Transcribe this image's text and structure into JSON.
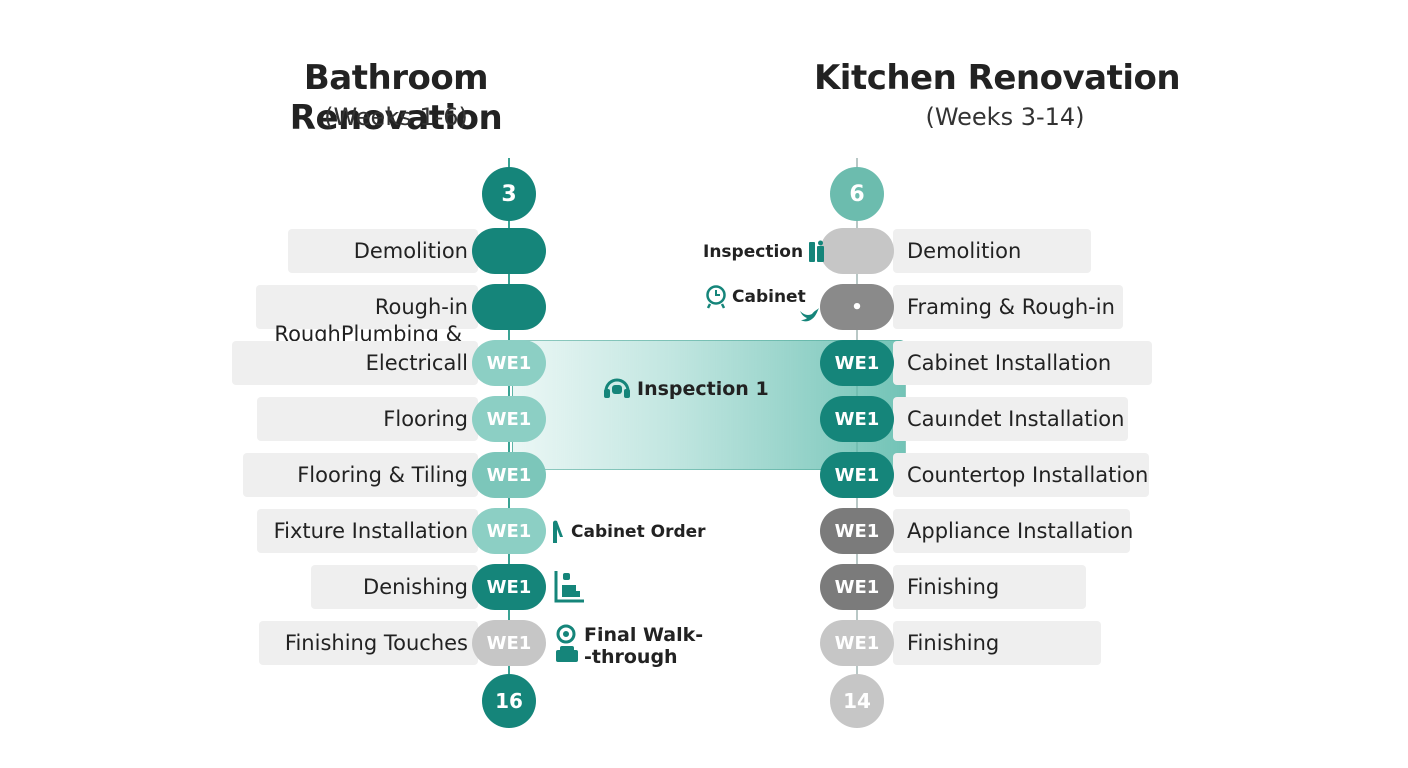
{
  "bathroom": {
    "title": "Bathroom Renovation",
    "subtitle": "(Weeks 1-6)",
    "start": "3",
    "end": "16",
    "tasks": [
      {
        "label": "Demolition",
        "pill": ""
      },
      {
        "label": "Rough-in RoughPlumbing & Electricall",
        "line1": "Rough-in",
        "line2": "RoughPlumbing &",
        "line3": "Electricall",
        "pill": ""
      },
      {
        "label": "",
        "pill": "WE1"
      },
      {
        "label": "Flooring",
        "pill": "WE1"
      },
      {
        "label": "Flooring & Tiling",
        "pill": "WE1"
      },
      {
        "label": "Fixture Installation",
        "pill": "WE1"
      },
      {
        "label": "Denishing",
        "pill": "WE1"
      },
      {
        "label": "Finishing Touches",
        "pill": "WE1"
      }
    ]
  },
  "kitchen": {
    "title": "Kitchen Renovation",
    "subtitle": "(Weeks 3-14)",
    "start": "6",
    "end": "14",
    "tasks": [
      {
        "label": "Demolition",
        "pill": ""
      },
      {
        "label": "Framing & Rough-in",
        "pill": "•"
      },
      {
        "label": "Cabinet Installation",
        "pill": "WE1"
      },
      {
        "label": "Cauındet Installation",
        "pill": "WE1"
      },
      {
        "label": "Countertop Installation",
        "pill": "WE1"
      },
      {
        "label": "Appliance Installation",
        "pill": "WE1"
      },
      {
        "label": "Finishing",
        "pill": "WE1"
      },
      {
        "label": "Finishing",
        "pill": "WE1"
      }
    ]
  },
  "annotations": {
    "inspection_top": "Inspection",
    "cabinet": "Cabinet",
    "inspection_1": "Inspection 1",
    "cabinet_order": "Cabinet Order",
    "final_walk_1": "Final Walk-",
    "final_walk_2": "-through"
  },
  "colors": {
    "teal_dark": "#15857a",
    "teal_mid": "#5fb5a8",
    "teal_light": "#8ccfc4",
    "grey_light": "#c6c6c6",
    "grey_mid": "#8a8a8a",
    "grey_dark": "#7b7b7b"
  },
  "icons": [
    "bathtub-icon",
    "clock-icon",
    "bird-icon",
    "headset-icon",
    "faucet-icon",
    "shower-icon",
    "location-icon"
  ]
}
